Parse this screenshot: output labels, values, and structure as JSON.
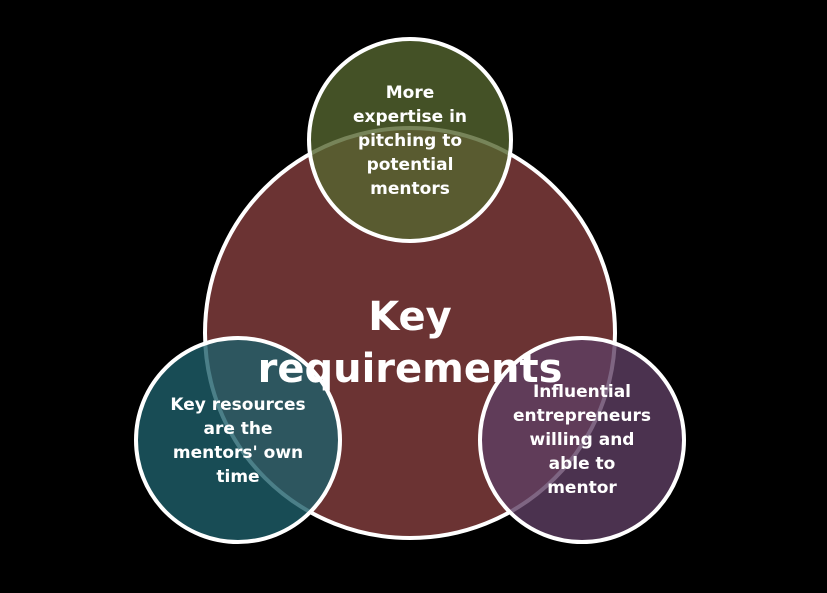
{
  "diagram": {
    "center": {
      "title_line1": "Key",
      "title_line2": "requirements",
      "color": "#6b3333"
    },
    "top": {
      "lines": [
        "More",
        "expertise in",
        "pitching to",
        "potential",
        "mentors"
      ],
      "color": "#55652f"
    },
    "left": {
      "lines": [
        "Key resources",
        "are the",
        "mentors' own",
        "time"
      ],
      "color": "#1e5f6a"
    },
    "right": {
      "lines": [
        "Influential",
        "entrepreneurs",
        "willing and",
        "able to",
        "mentor"
      ],
      "color": "#5e3f63"
    }
  }
}
